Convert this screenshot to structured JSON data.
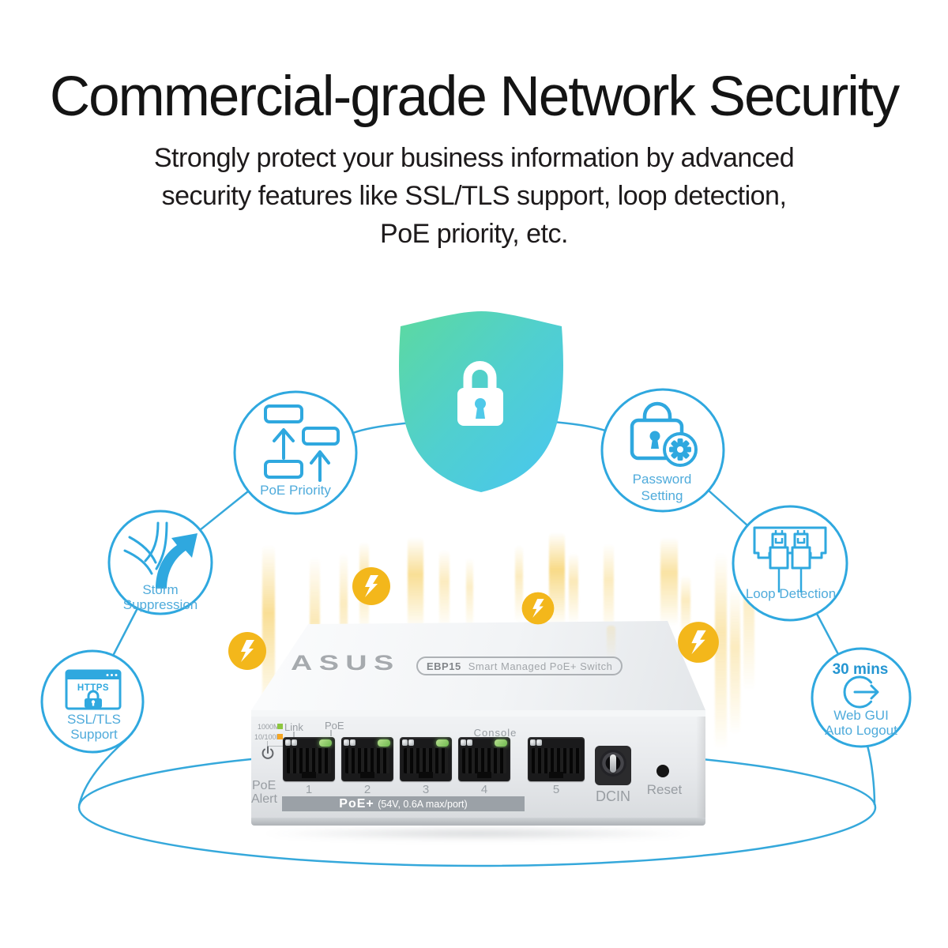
{
  "title": "Commercial-grade Network Security",
  "subtitle": [
    "Strongly protect your business information by advanced",
    "security features like SSL/TLS support, loop detection,",
    "PoE priority, etc."
  ],
  "features": {
    "poe_priority": {
      "label": "PoE Priority"
    },
    "storm": {
      "line1": "Storm",
      "line2": "Suppression"
    },
    "ssl": {
      "icon_text": "HTTPS",
      "line1": "SSL/TLS",
      "line2": "Support"
    },
    "password": {
      "line1": "Password",
      "line2": "Setting"
    },
    "loop": {
      "label": "Loop Detection"
    },
    "webgui": {
      "duration": "30 mins",
      "line1": "Web GUI",
      "line2": "Auto Logout"
    }
  },
  "product": {
    "brand": "ASUS",
    "model": "EBP15",
    "name": "Smart Managed PoE+ Switch",
    "panel": {
      "legend_gigabit": "1000M",
      "legend_fast": "10/100M",
      "link_label": "Link",
      "poe_label": "PoE",
      "console_label": "Console",
      "poe_alert_line1": "PoE",
      "poe_alert_line2": "Alert",
      "port_numbers": [
        "1",
        "2",
        "3",
        "4",
        "5"
      ],
      "poe_bar_bold": "PoE+",
      "poe_bar_detail": "(54V, 0.6A max/port)",
      "dcin_label": "DCIN",
      "reset_label": "Reset"
    }
  },
  "colors": {
    "accent_blue": "#2FA8DF",
    "shield_teal": "#59D8A4",
    "shield_blue": "#48C6F1",
    "bolt_yellow": "#F3B71B",
    "led_green": "#8DC63F",
    "led_orange": "#F5A623"
  }
}
